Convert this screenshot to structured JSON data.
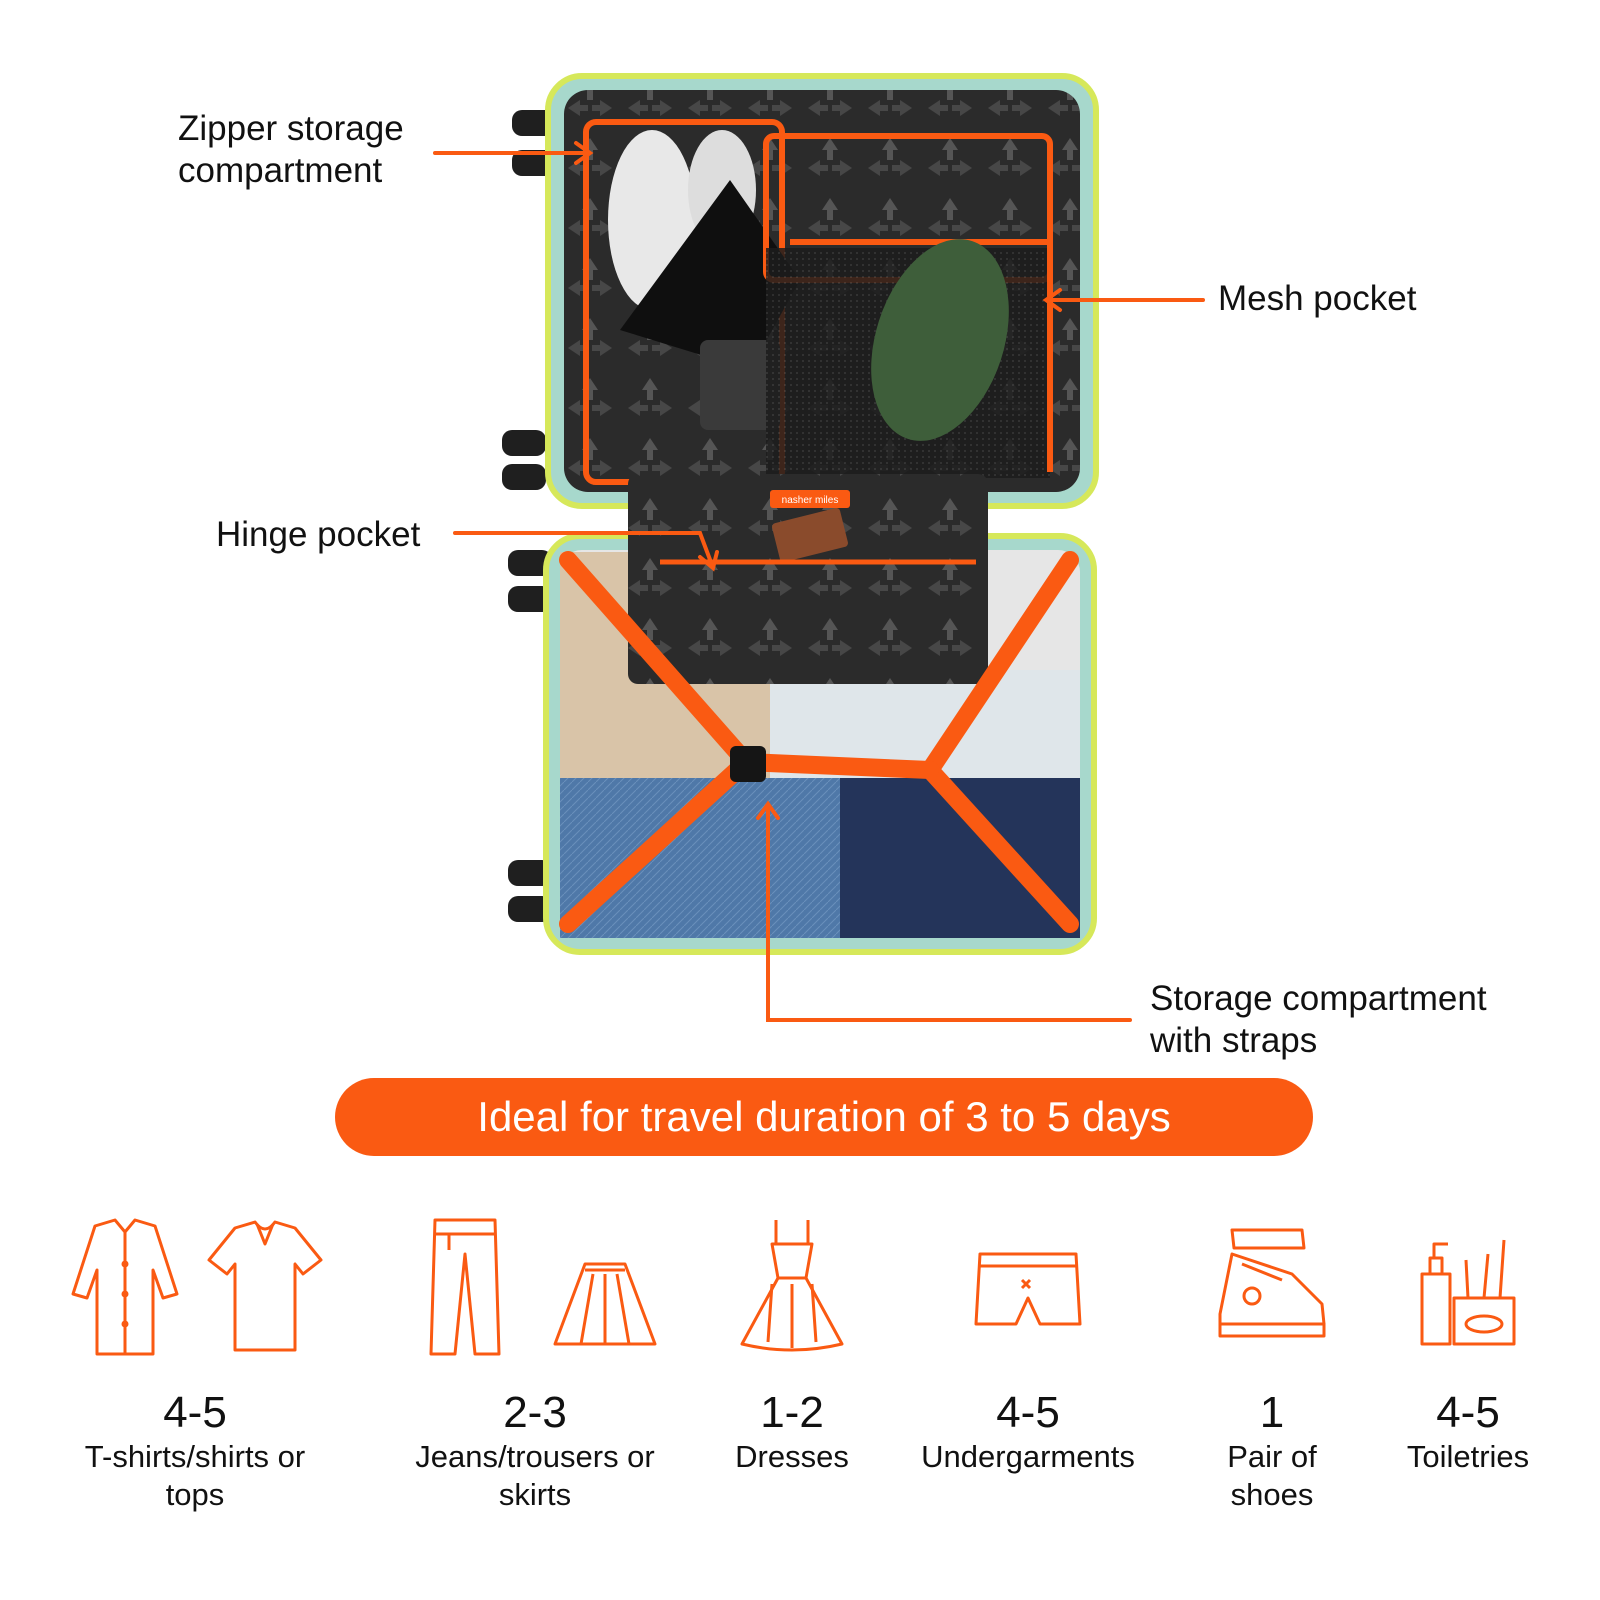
{
  "callouts": {
    "zipper": {
      "line1": "Zipper storage",
      "line2": "compartment"
    },
    "mesh": {
      "line1": "Mesh pocket"
    },
    "hinge": {
      "line1": "Hinge pocket"
    },
    "straps": {
      "line1": "Storage compartment",
      "line2": "with straps"
    }
  },
  "brand_tag": "nasher miles",
  "banner": "Ideal for travel duration of 3 to 5 days",
  "packing": [
    {
      "count": "4-5",
      "label1": "T-shirts/shirts or",
      "label2": "tops",
      "icons": [
        "shirt-icon",
        "tshirt-icon"
      ]
    },
    {
      "count": "2-3",
      "label1": "Jeans/trousers or",
      "label2": "skirts",
      "icons": [
        "trousers-icon",
        "skirt-icon"
      ]
    },
    {
      "count": "1-2",
      "label1": "Dresses",
      "label2": "",
      "icons": [
        "dress-icon"
      ]
    },
    {
      "count": "4-5",
      "label1": "Undergarments",
      "label2": "",
      "icons": [
        "underwear-icon"
      ]
    },
    {
      "count": "1",
      "label1": "Pair of",
      "label2": "shoes",
      "icons": [
        "sneakers-icon"
      ]
    },
    {
      "count": "4-5",
      "label1": "Toiletries",
      "label2": "",
      "icons": [
        "toiletries-icon"
      ]
    }
  ],
  "colors": {
    "accent": "#fa5a12",
    "lining": "#2b2b2b",
    "shell": "#a7d8cc",
    "trim": "#d6e85a"
  }
}
